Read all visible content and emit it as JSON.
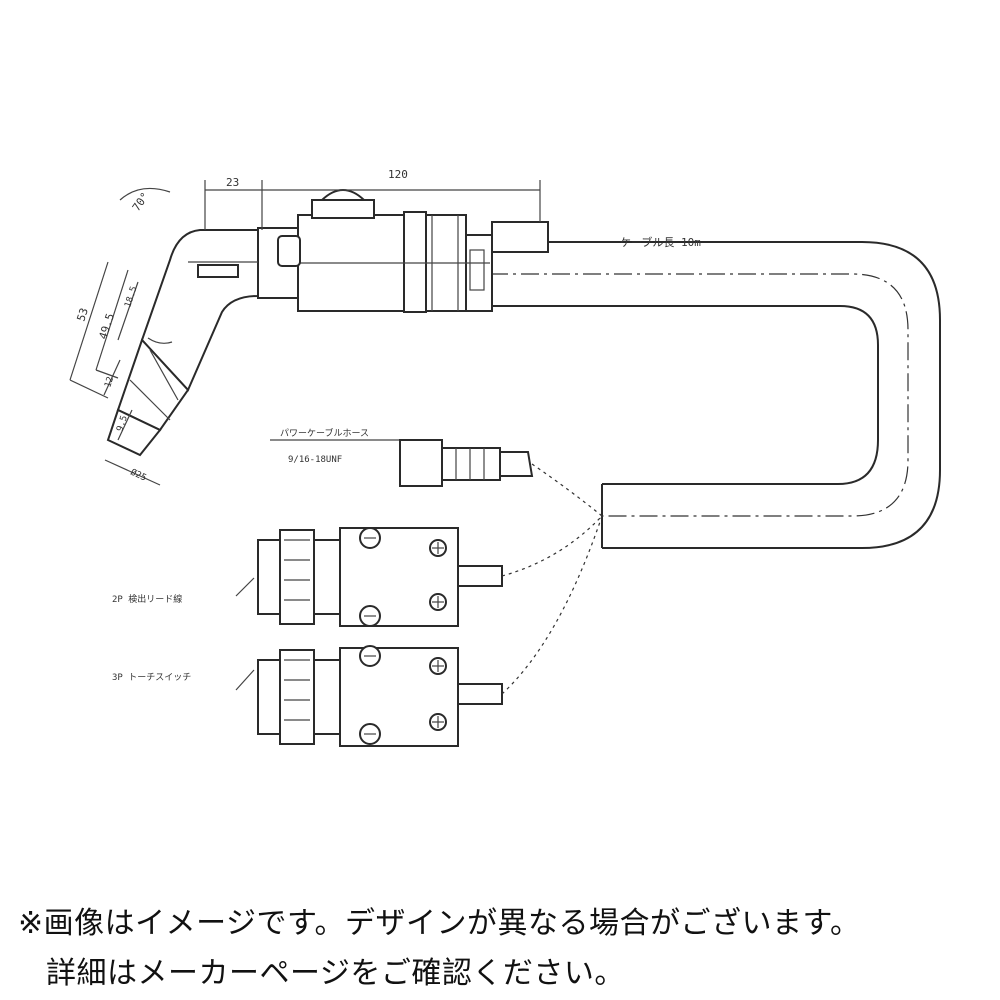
{
  "diagram": {
    "dimensions": {
      "angle": "70°",
      "offset": "23",
      "length": "120",
      "d1": "53",
      "d2": "49.5",
      "d3": "18.5",
      "d4": "12",
      "d5": "9.5",
      "d6": "Ø25"
    },
    "labels": {
      "cable_length": "ケーブル長 10m",
      "power_cable_hose": "パワーケーブルホース",
      "thread_spec": "9/16-18UNF",
      "detect_lead": "2P 検出リード線",
      "torch_switch": "3P トーチスイッチ"
    }
  },
  "notes": {
    "line1": "※画像はイメージです。デザインが異なる場合がございます。",
    "line2": "詳細はメーカーページをご確認ください。"
  }
}
